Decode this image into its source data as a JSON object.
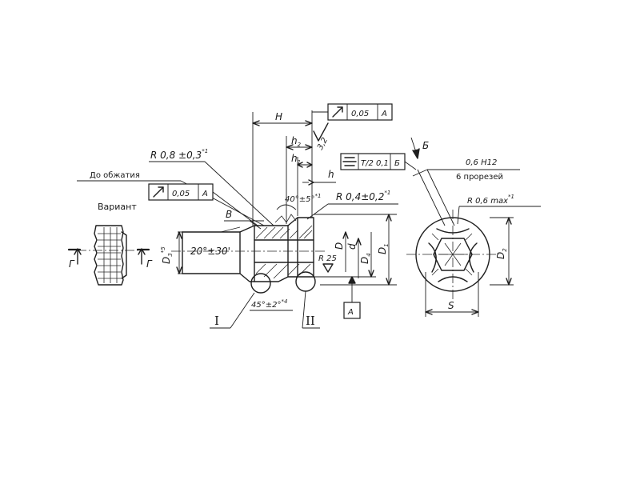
{
  "labels": {
    "before_crimping": "До обжатия",
    "variant": "Вариант",
    "slots": "6 прорезей",
    "view_g_left": "Г",
    "view_g_right": "Г",
    "view_b": "Б",
    "surface_v": "В",
    "detail_1": "I",
    "detail_2": "II",
    "datum_a": "A"
  },
  "tolerance_frames": [
    {
      "symbol": "runout-arrow",
      "value": "0,05",
      "datum": "A"
    },
    {
      "symbol": "runout-arrow",
      "value": "0,05",
      "datum": "A"
    },
    {
      "symbol": "symmetry",
      "value": "T/2 0,1",
      "datum": "Б"
    }
  ],
  "dimensions": {
    "H": "H",
    "h2": "h",
    "h2_sub": "2",
    "h1": "h",
    "h1_sub": "1",
    "h": "h",
    "D3": "D",
    "D3_sub": "3",
    "D3_sup": "*5",
    "D": "D",
    "d": "d",
    "D4": "D",
    "D4_sub": "4",
    "D1": "D",
    "D1_sub": "1",
    "D2": "D",
    "D2_sub": "2",
    "S": "S",
    "R_outer": "R 0,8 ±0,3",
    "R_outer_sup": "*1",
    "R_inner": "R 0,4±0,2",
    "R_inner_sup": "*1",
    "R_max": "R 0,6 max",
    "R_max_sup": "*1",
    "R_small": "R 25",
    "roughness": "3,2",
    "angle_top": "40°±5°",
    "angle_top_sup": "*1",
    "angle_body": "20°±30'",
    "angle_bottom": "45°±2°",
    "angle_bottom_sup": "*4",
    "slot_width": "0,6 H12"
  }
}
